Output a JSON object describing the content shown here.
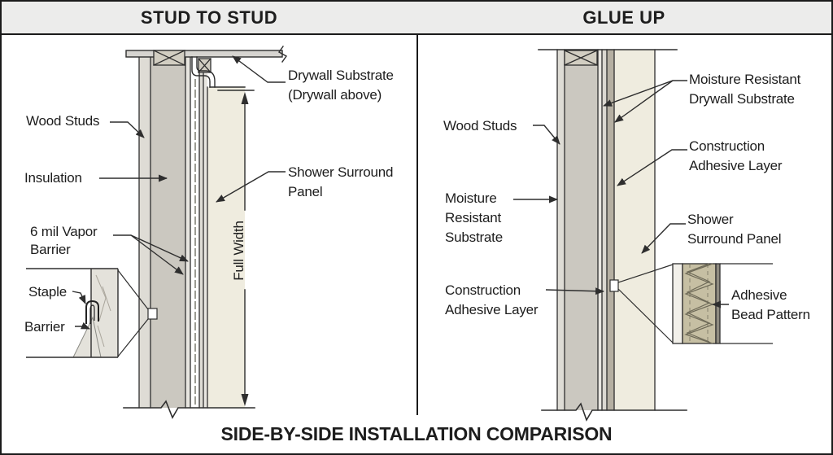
{
  "panels": {
    "left": {
      "title": "STUD TO STUD",
      "labels": {
        "wood_studs": "Wood Studs",
        "insulation": "Insulation",
        "vapor_barrier": "6 mil Vapor\nBarrier",
        "staple": "Staple",
        "barrier": "Barrier",
        "drywall_substrate": "Drywall Substrate\n(Drywall above)",
        "shower_surround_panel": "Shower Surround\nPanel",
        "full_width": "Full Width"
      }
    },
    "right": {
      "title": "GLUE UP",
      "labels": {
        "wood_studs": "Wood Studs",
        "moisture_resistant_substrate": "Moisture\nResistant\nSubstrate",
        "construction_adhesive_layer_left": "Construction\nAdhesive Layer",
        "moisture_resistant_drywall_substrate": "Moisture Resistant\nDrywall Substrate",
        "construction_adhesive_layer_right": "Construction\nAdhesive Layer",
        "shower_surround_panel": "Shower\nSurround Panel",
        "adhesive_bead_pattern": "Adhesive\nBead Pattern"
      }
    }
  },
  "caption": "SIDE-BY-SIDE INSTALLATION COMPARISON",
  "colors": {
    "background": "#ffffff",
    "header_bg": "#ececeb",
    "text": "#1d1d1d",
    "line": "#2e2e2e",
    "bay_fill": "#cbc8c0",
    "stud_strip_fill": "#dedcd5",
    "mid_strip_fill": "#e8e6e0",
    "sub_strip_fill": "#dbd8d1",
    "panel_fill": "#efecdf",
    "drywall_fill": "#d6d4d0",
    "blocking_fill": "#d2cec2",
    "adhesive_fill": "#b5afa2",
    "bead_fill": "#c6bfa3",
    "bead_line": "#6e6a58",
    "barrier_fill": "#e4e2db",
    "dash_line": "#9b9b93"
  }
}
